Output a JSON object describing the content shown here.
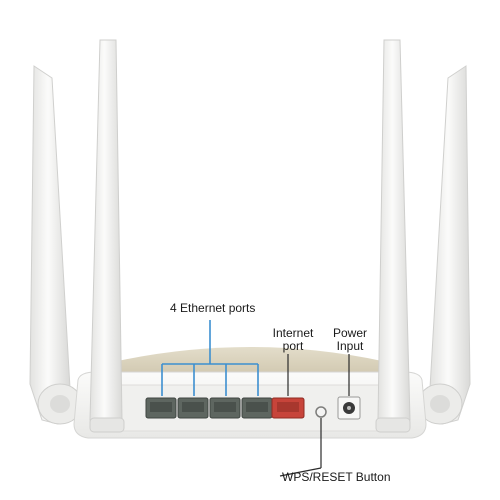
{
  "annotations": {
    "ethernet_ports": "4 Ethernet ports",
    "internet_port": "Internet port",
    "power_input": "Power Input",
    "wps_reset": "WPS/RESET Button"
  },
  "colors": {
    "body": "#f4f4f3",
    "antenna": "#f3f3f2",
    "top_cover": "#d7cfb8",
    "ethernet_port": "#5e6660",
    "internet_port": "#c7443a",
    "callout_line": "#3c8fd0",
    "pointer_line": "#2b2b2b"
  },
  "ports": {
    "ethernet_count": 4
  }
}
